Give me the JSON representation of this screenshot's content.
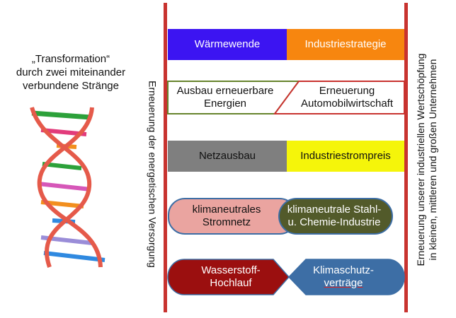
{
  "caption": {
    "line1": "„Transformation“",
    "line2": "durch zwei miteinander",
    "line3": "verbundene Stränge"
  },
  "left_pillar_label": "Erneuerung der energetischen Versorgung",
  "right_pillar_label": {
    "line1": "Erneuerung unserer industriellen Wertschöpfung",
    "line2": "in kleinen, mittleren und großen Unternehmen"
  },
  "rows": [
    {
      "left": [
        "Wärmewende"
      ],
      "right": [
        "Industriestrategie"
      ]
    },
    {
      "left": [
        "Ausbau erneuerbare",
        "Energien"
      ],
      "right": [
        "Erneuerung",
        "Automobilwirtschaft"
      ]
    },
    {
      "left": [
        "Netzausbau"
      ],
      "right": [
        "Industriestrompreis"
      ]
    },
    {
      "left": [
        "klimaneutrales",
        "Stromnetz"
      ],
      "right": [
        "klimaneutrale Stahl-",
        "u. Chemie-Industrie"
      ]
    },
    {
      "left": [
        "Wasserstoff-",
        "Hochlauf"
      ],
      "right": [
        "Klimaschutz-",
        "verträge"
      ]
    }
  ],
  "colors": {
    "pillar": "#c8332f",
    "waermewende": "#3c14f2",
    "industriestrategie": "#f7860f",
    "netzausbau": "#7f7f7f",
    "industriestrompreis": "#f5f50a",
    "stromnetz": "#eaa4a0",
    "stahl_chemie": "#525a2a",
    "wasserstoff": "#9b0f0f",
    "klimaschutz": "#3d6ea5"
  }
}
